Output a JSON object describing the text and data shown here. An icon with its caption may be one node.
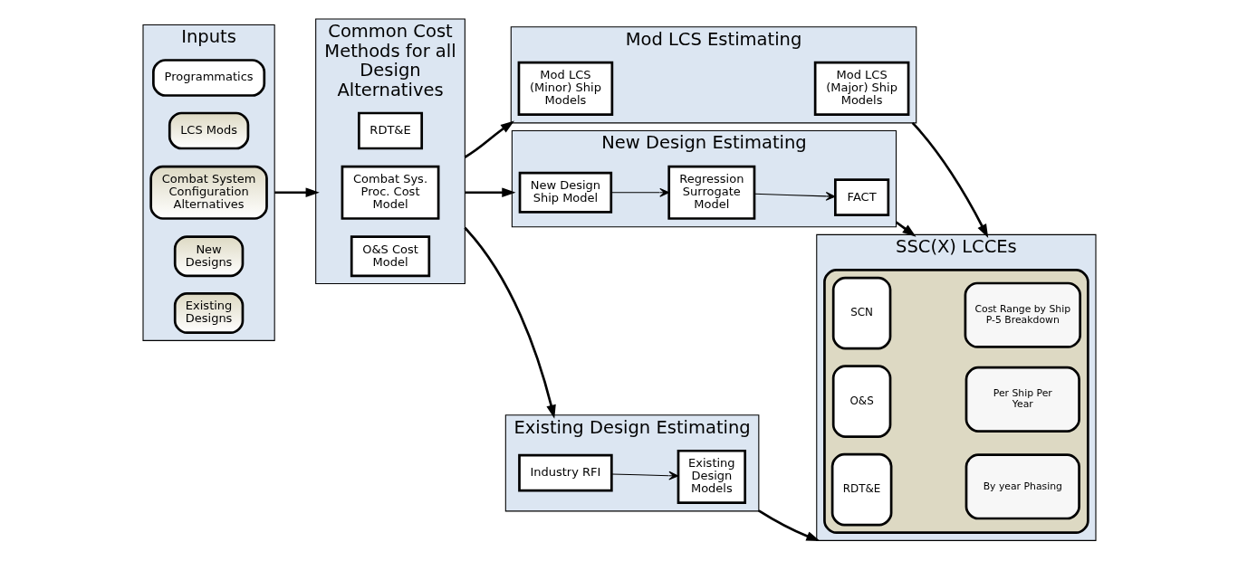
{
  "diagram": {
    "nodes": [
      {
        "text": [
          "Inputs"
        ]
      },
      {
        "text": [
          "Programmatics"
        ],
        "in": 0
      },
      {
        "text": [
          "LCS Mods"
        ],
        "in": 0
      },
      {
        "text": [
          "Combat System Configuration Alternatives"
        ],
        "in": 0
      },
      {
        "text": [
          "New Designs"
        ],
        "in": 0
      },
      {
        "text": [
          "Existing Designs"
        ],
        "in": 0
      },
      {
        "text": [
          "Common Cost Methods for all Design Alternatives"
        ]
      },
      {
        "text": [
          "RDT&E"
        ],
        "in": 6
      },
      {
        "text": [
          "Combat Sys. Proc. Cost Model"
        ],
        "in": 6
      },
      {
        "text": [
          "O&S Cost Model"
        ],
        "in": 6
      },
      {
        "text": [
          "Mod LCS Estimating"
        ]
      },
      {
        "text": [
          "Mod LCS (Minor) Ship Models"
        ],
        "in": 10
      },
      {
        "text": [
          "Mod LCS (Major) Ship Models"
        ],
        "in": 10
      },
      {
        "text": [
          "New Design Estimating"
        ]
      },
      {
        "text": [
          "New Design Ship Model"
        ],
        "in": 13
      },
      {
        "text": [
          "Regression Surrogate Model"
        ],
        "in": 13
      },
      {
        "text": [
          "FACT"
        ],
        "in": 13
      },
      {
        "text": [
          "Existing Design Estimating"
        ]
      },
      {
        "text": [
          "Industry RFI"
        ],
        "in": 17
      },
      {
        "text": [
          "Existing Design Models"
        ],
        "in": 17
      },
      {
        "text": [
          "SSC(X) LCCEs"
        ]
      },
      {
        "text": [],
        "shape": "box",
        "in": 20
      },
      {
        "text": [
          "RDT&E"
        ],
        "in": 21
      },
      {
        "text": [
          "By year Phasing"
        ],
        "in": 21
      },
      {
        "text": [
          "SCN"
        ],
        "in": 21
      },
      {
        "text": [
          "Cost Range by Ship",
          "P-5 Breakdown"
        ],
        "in": 21
      },
      {
        "text": [
          "O&S"
        ],
        "in": 21
      },
      {
        "text": [
          "Per Ship Per Year"
        ],
        "in": 21
      }
    ],
    "edges": [
      {
        "from": 0,
        "to": 6,
        "arrow": "to"
      },
      {
        "from": 6,
        "to": 10,
        "arrow": "to"
      },
      {
        "from": 6,
        "to": 13,
        "arrow": "to"
      },
      {
        "from": 6,
        "to": 17,
        "arrow": "to"
      },
      {
        "from": 14,
        "to": 15,
        "arrow": "to"
      },
      {
        "from": 15,
        "to": 16,
        "arrow": "to"
      },
      {
        "from": 18,
        "to": 19,
        "arrow": "to"
      },
      {
        "from": 10,
        "to": 20,
        "arrow": "to"
      },
      {
        "from": 13,
        "to": 20,
        "arrow": "to"
      },
      {
        "from": 17,
        "to": 20,
        "arrow": "to"
      }
    ]
  }
}
